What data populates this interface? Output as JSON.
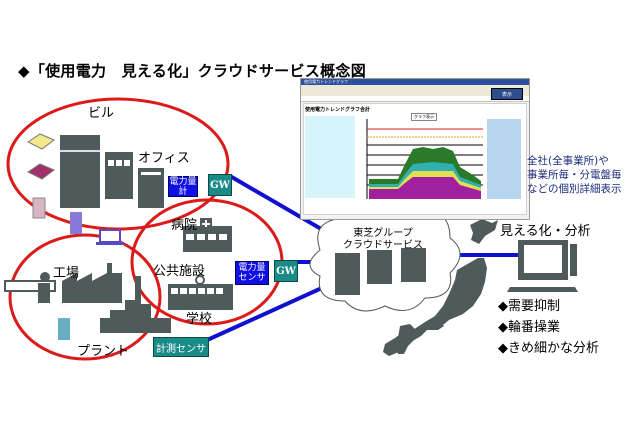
{
  "title": "◆「使用電力　見える化」クラウドサービス概念図",
  "zones": {
    "building": {
      "label": "ビル",
      "sub_label": "オフィス",
      "meter_label": "電力量計",
      "gateway_label": "GW"
    },
    "public": {
      "label": "公共施設",
      "hospital_label": "病院",
      "school_label": "学校",
      "sensor_label": "電力量センサ",
      "gateway_label": "GW"
    },
    "factory": {
      "label": "工場",
      "plant_label": "プラント",
      "sensor_label": "計測センサ"
    }
  },
  "cloud": {
    "label_line1": "東芝グループ",
    "label_line2": "クラウドサービス"
  },
  "visualization": {
    "label": "見える化・分析"
  },
  "screenshot_note": [
    "全社(全事業所)や",
    "事業所毎・分電盤毎",
    "などの個別詳細表示"
  ],
  "benefits": [
    "◆需要抑制",
    "◆輪番操業",
    "◆きめ細かな分析"
  ],
  "embedded_screen": {
    "window_title": "使用電力トレンドグラフ",
    "page_heading": "使用電力トレンドグラフ合計",
    "button_label": "表示",
    "chart_title": "グラフ表示"
  },
  "colors": {
    "ring": "#dd1a1a",
    "link": "#1010d0",
    "icon_gray": "#4f5a5a",
    "meter_blue": "#1010e6",
    "gateway_teal": "#1a8c88",
    "note_text": "#1d2d7a"
  }
}
